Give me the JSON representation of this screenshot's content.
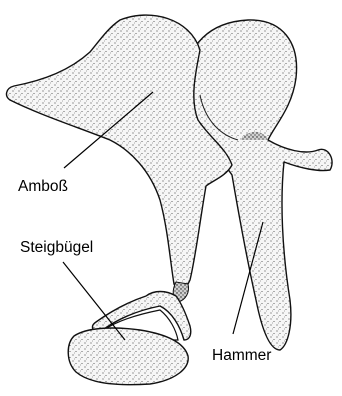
{
  "figure": {
    "labels": {
      "incus": "Amboß",
      "stapes": "Steigbügel",
      "malleus": "Hammer"
    }
  },
  "colors": {
    "ink": "#000000",
    "bone_fill": "#f4f4f4",
    "stipple": "#1a1a1a"
  }
}
